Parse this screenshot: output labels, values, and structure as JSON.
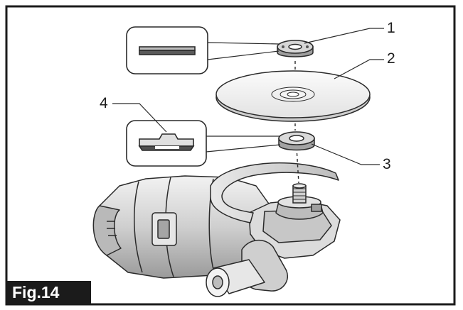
{
  "figure": {
    "label": "Fig.14",
    "callouts": [
      "1",
      "2",
      "3",
      "4"
    ],
    "colors": {
      "ink": "#2a2a2a",
      "frame": "#1b1b1b",
      "paper": "#ffffff",
      "shade": "#d8d8d8"
    }
  }
}
